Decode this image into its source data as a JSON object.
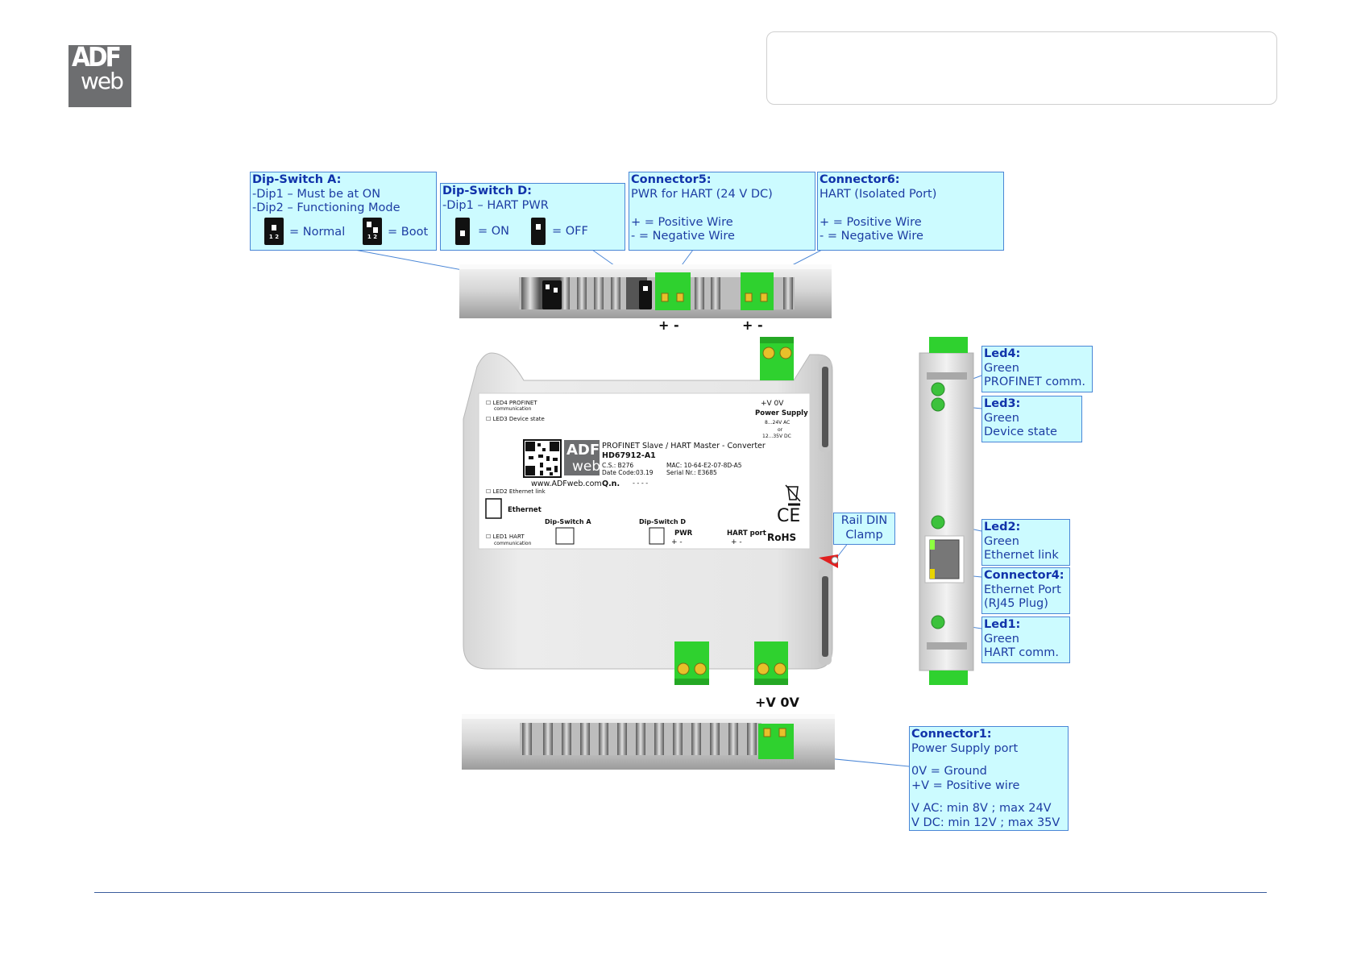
{
  "logo": {
    "line1": "ADF",
    "line2": "web"
  },
  "callouts": {
    "dipA": {
      "title": "Dip-Switch A:",
      "line1": "-Dip1 – Must be at ON",
      "line2": "-Dip2 – Functioning Mode",
      "normal": "= Normal",
      "boot": "= Boot"
    },
    "dipD": {
      "title": "Dip-Switch D:",
      "line1": "-Dip1 – HART PWR",
      "on": "= ON",
      "off": "= OFF"
    },
    "conn5": {
      "title": "Connector5:",
      "line1": "PWR for HART (24 V DC)",
      "line2": "+ = Positive Wire",
      "line3": "-  = Negative Wire"
    },
    "conn6": {
      "title": "Connector6:",
      "line1": "HART (Isolated Port)",
      "line2": "+ = Positive Wire",
      "line3": "-  = Negative Wire"
    },
    "led4": {
      "title": "Led4:",
      "line1": "Green",
      "line2": "PROFINET comm."
    },
    "led3": {
      "title": "Led3:",
      "line1": "Green",
      "line2": "Device state"
    },
    "led2": {
      "title": "Led2:",
      "line1": "Green",
      "line2": "Ethernet link"
    },
    "conn4": {
      "title": "Connector4:",
      "line1": "Ethernet Port",
      "line2": "(RJ45 Plug)"
    },
    "led1": {
      "title": "Led1:",
      "line1": "Green",
      "line2": "HART comm."
    },
    "rail": {
      "line1": "Rail DIN",
      "line2": "Clamp"
    },
    "conn1": {
      "title": "Connector1:",
      "line1": "Power Supply port",
      "line2": "0V = Ground",
      "line3": "+V = Positive wire",
      "line4": "V AC: min 8V ; max 24V",
      "line5": "V DC: min 12V ; max 35V"
    }
  },
  "terminal_labels": {
    "top_left": "+ -",
    "top_right": "+ -",
    "bottom": "+V 0V"
  },
  "device_label": {
    "led4": "LED4 PROFINET",
    "led4_sub": "communication",
    "led3": "LED3 Device state",
    "power_v": "+V   0V",
    "power_title": "Power Supply",
    "power_ac": "8...24V AC",
    "power_or": "or",
    "power_dc": "12...35V DC",
    "product": "PROFINET Slave / HART Master - Converter",
    "code": "HD67912-A1",
    "cs": "C.S.: B276",
    "date": "Date Code:03.19",
    "mac": "MAC: 10-64-E2-07-8D-A5",
    "serial": "Serial Nr.: E3685",
    "url": "www.ADFweb.com",
    "qn": "Q.n.",
    "qn_val": "- - - -",
    "led2": "LED2 Ethernet link",
    "ethernet": "Ethernet",
    "dipA": "Dip-Switch A",
    "dipD": "Dip-Switch D",
    "led1": "LED1 HART",
    "led1_sub": "communication",
    "pwr": "PWR",
    "pwr_pm": "+      -",
    "hart": "HART port",
    "hart_pm": "+      -",
    "ce": "CE",
    "rohs": "RoHS"
  },
  "colors": {
    "callout_bg": "#ccfbff",
    "callout_border": "#4a86d6",
    "callout_text": "#1d3da3",
    "terminal_green": "#2fd12f",
    "led_green": "#3cc23c",
    "logo_gray": "#6d6e70"
  }
}
